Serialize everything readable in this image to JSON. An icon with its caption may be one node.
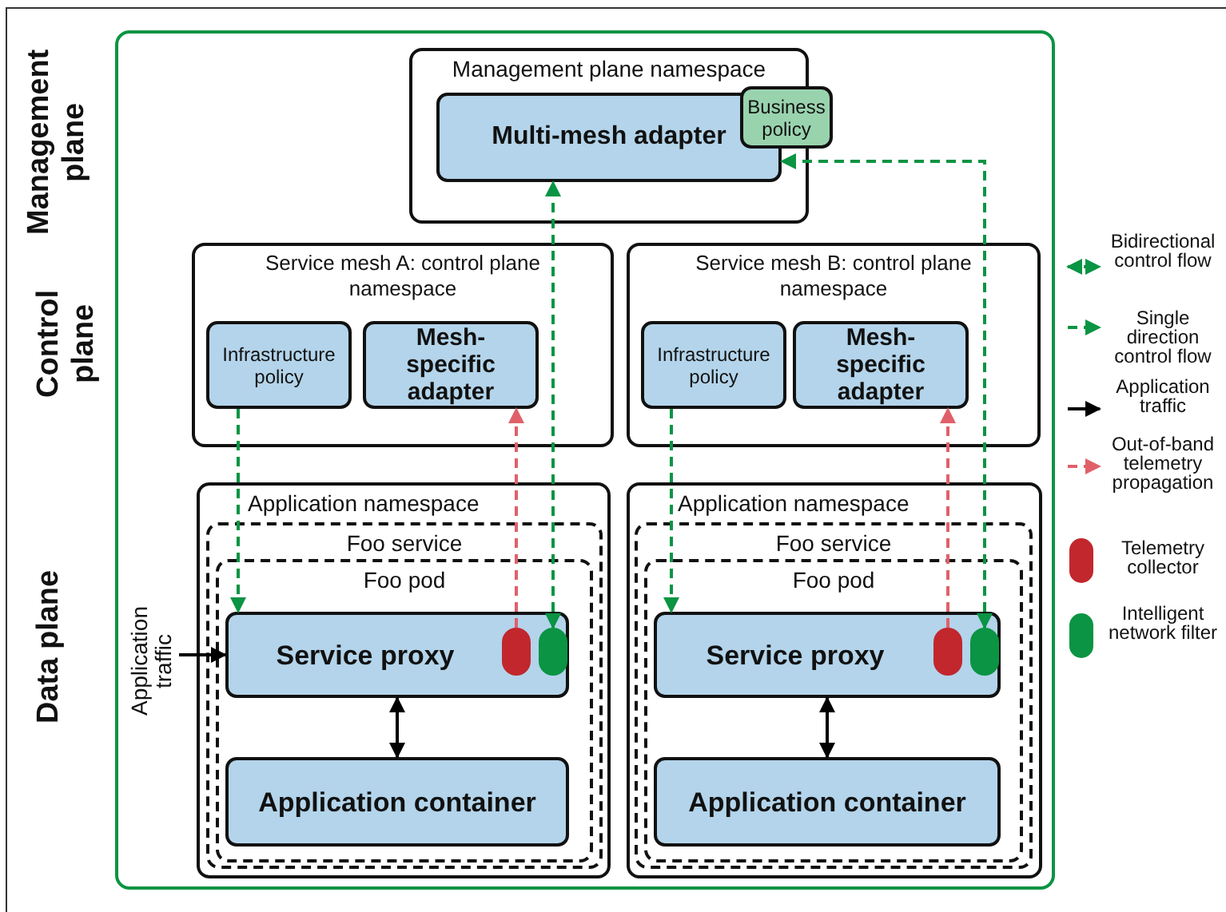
{
  "diagram": {
    "nodes": [
      {
        "text": [
          "Management plane namespace"
        ]
      },
      {
        "text": [
          "Multi-mesh adapter"
        ],
        "in": 0
      },
      {
        "text": [
          "Business policy"
        ]
      },
      {
        "text": [
          "Service mesh A: control plane namespace"
        ]
      },
      {
        "text": [
          "Infrastructure policy"
        ],
        "in": 3
      },
      {
        "text": [
          "Mesh-specific adapter"
        ],
        "in": 3
      },
      {
        "text": [
          "Service mesh B: control plane namespace"
        ]
      },
      {
        "text": [
          "Infrastructure policy"
        ],
        "in": 6
      },
      {
        "text": [
          "Mesh-specific adapter"
        ],
        "in": 6
      },
      {
        "text": [
          "Application namespace"
        ]
      },
      {
        "text": [
          "Foo service"
        ],
        "in": 9
      },
      {
        "text": [
          "Foo pod"
        ],
        "in": 10
      },
      {
        "text": [
          "Service proxy"
        ],
        "in": 11
      },
      {
        "text": [],
        "shape": "capsule",
        "in": 12
      },
      {
        "text": [],
        "shape": "capsule",
        "in": 12
      },
      {
        "text": [
          "Application container"
        ],
        "in": 11
      },
      {
        "text": [
          "Application namespace"
        ]
      },
      {
        "text": [
          "Foo service"
        ],
        "in": 16
      },
      {
        "text": [
          "Foo pod"
        ],
        "in": 17
      },
      {
        "text": [
          "Service proxy"
        ],
        "in": 18
      },
      {
        "text": [],
        "shape": "capsule",
        "in": 19
      },
      {
        "text": [],
        "shape": "capsule",
        "in": 19
      },
      {
        "text": [
          "Application container"
        ],
        "in": 18
      },
      {
        "text": [
          "Application traffic"
        ]
      }
    ],
    "edges": [
      {
        "from": 4,
        "to": 12,
        "arrow": "to",
        "style": "dashed"
      },
      {
        "from": 13,
        "to": 5,
        "arrow": "to",
        "style": "dashed",
        "color": "#e0606a"
      },
      {
        "from": 14,
        "to": 1,
        "arrow": "both",
        "style": "dashed"
      },
      {
        "from": 7,
        "to": 19,
        "arrow": "to",
        "style": "dashed"
      },
      {
        "from": 20,
        "to": 8,
        "arrow": "to",
        "style": "dashed",
        "color": "#e0606a"
      },
      {
        "from": 21,
        "to": 1,
        "arrow": "both",
        "style": "dashed"
      },
      {
        "from": 23,
        "to": 12,
        "arrow": "to",
        "color": "#000000"
      },
      {
        "from": 12,
        "to": 15,
        "arrow": "both",
        "color": "#000000"
      },
      {
        "from": 19,
        "to": 22,
        "arrow": "both",
        "color": "#000000"
      }
    ],
    "labels": [
      "Management plane",
      "Control plane",
      "Data plane"
    ],
    "legend": [
      {
        "text": "Bidirectional control flow"
      },
      {
        "text": "Single direction control flow"
      },
      {
        "text": "Application traffic"
      },
      {
        "text": "Out-of-band telemetry propagation"
      },
      {
        "text": "Telemetry collector",
        "color": "#c1272d"
      },
      {
        "text": "Intelligent network filter",
        "color": "#0a9443"
      }
    ]
  }
}
